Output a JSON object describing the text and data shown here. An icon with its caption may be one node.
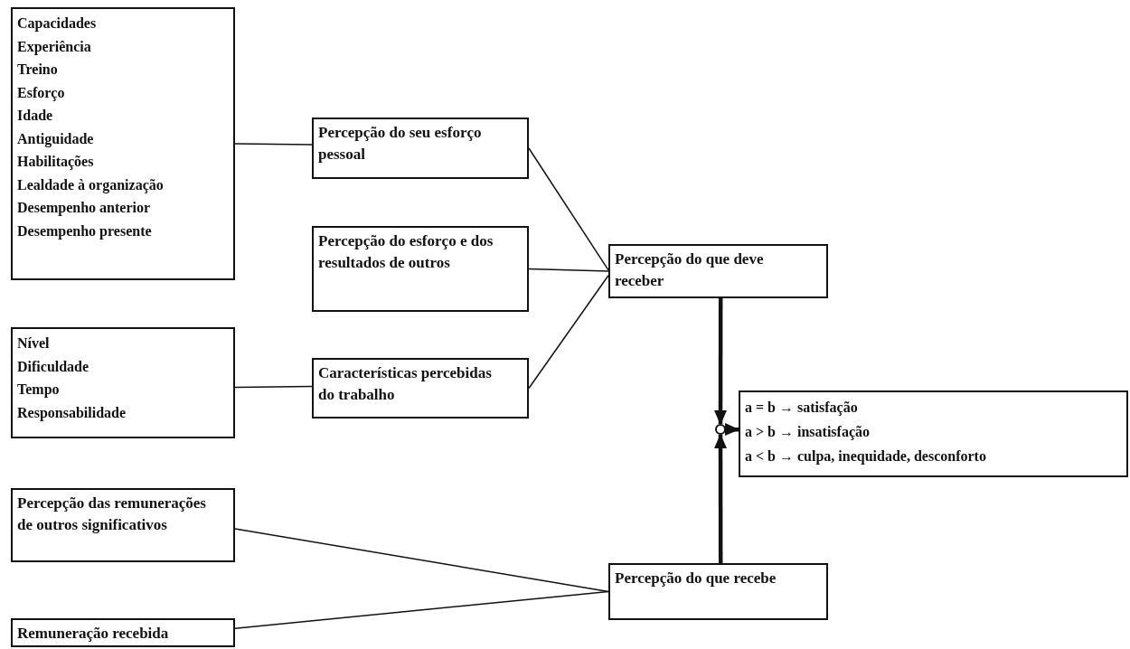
{
  "diagram": {
    "nodes": [
      {
        "text": [
          "Capacidades",
          "Experiência",
          "Treino",
          "Esforço",
          "Idade",
          "Antiguidade",
          "Habilitações",
          "Lealdade à organização",
          "Desempenho anterior",
          "Desempenho presente"
        ]
      },
      {
        "text": [
          "Percepção do seu esforço pessoal"
        ]
      },
      {
        "text": [
          "Percepção do esforço e dos resultados de outros"
        ]
      },
      {
        "text": [
          "Nível",
          "Dificuldade",
          "Tempo",
          "Responsabilidade"
        ]
      },
      {
        "text": [
          "Características percebidas do trabalho"
        ]
      },
      {
        "text": [
          "Percepção do que deve receber"
        ]
      },
      {
        "text": [],
        "shape": "circle"
      },
      {
        "text": [
          "a = b → satisfação",
          "a > b → insatisfação",
          "a < b → culpa, inequidade, desconforto"
        ]
      },
      {
        "text": [
          "Percepção das remunerações de outros significativos"
        ]
      },
      {
        "text": [
          "Remuneração recebida"
        ]
      },
      {
        "text": [
          "Percepção do que recebe"
        ]
      }
    ],
    "edges": [
      {
        "from": 0,
        "to": 1,
        "arrow": "none"
      },
      {
        "from": 3,
        "to": 4,
        "arrow": "none"
      },
      {
        "from": 1,
        "to": 5,
        "arrow": "none"
      },
      {
        "from": 2,
        "to": 5,
        "arrow": "none"
      },
      {
        "from": 4,
        "to": 5,
        "arrow": "none"
      },
      {
        "from": 5,
        "to": 6,
        "arrow": "to",
        "style": "thick"
      },
      {
        "from": 10,
        "to": 6,
        "arrow": "to",
        "style": "thick"
      },
      {
        "from": 6,
        "to": 7,
        "arrow": "to",
        "style": "thick"
      },
      {
        "from": 8,
        "to": 10,
        "arrow": "none"
      },
      {
        "from": 9,
        "to": 10,
        "arrow": "none"
      }
    ]
  }
}
